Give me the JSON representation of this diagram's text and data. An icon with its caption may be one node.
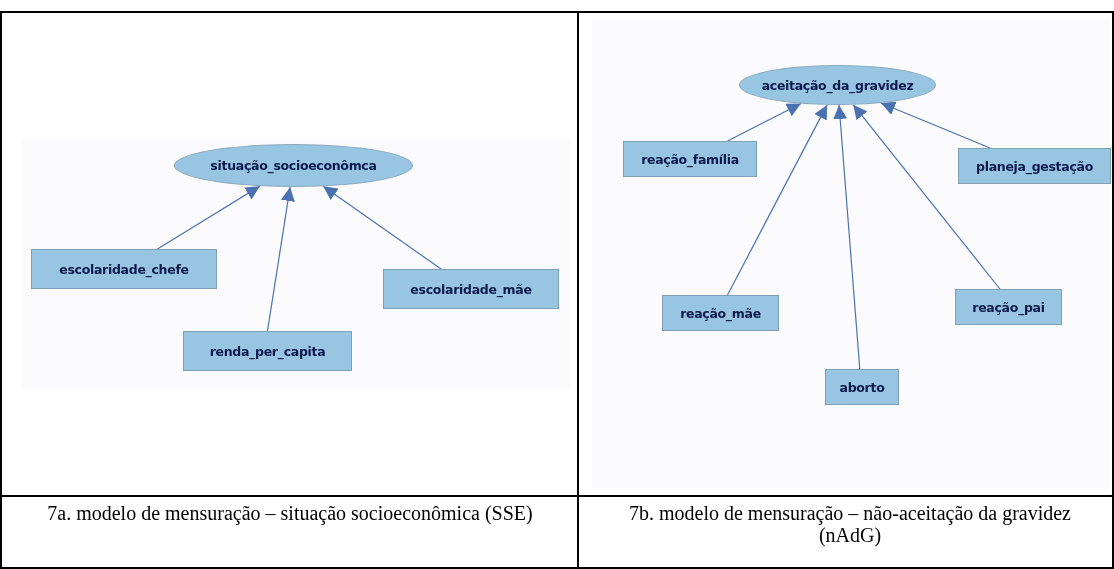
{
  "diagram": {
    "nodes": [
      {
        "text": [
          "situação_socioeconômca"
        ]
      },
      {
        "text": [
          "escolaridade_chefe"
        ]
      },
      {
        "text": [
          "renda_per_capita"
        ]
      },
      {
        "text": [
          "escolaridade_mãe"
        ]
      },
      {
        "text": [
          "aceitação_da_gravidez"
        ]
      },
      {
        "text": [
          "reação_família"
        ]
      },
      {
        "text": [
          "planeja_gestação"
        ]
      },
      {
        "text": [
          "reação_mãe"
        ]
      },
      {
        "text": [
          "reação_pai"
        ]
      },
      {
        "text": [
          "aborto"
        ]
      }
    ],
    "edges": [
      {
        "from": 1,
        "to": 0,
        "arrow": "to"
      },
      {
        "from": 2,
        "to": 0,
        "arrow": "to"
      },
      {
        "from": 3,
        "to": 0,
        "arrow": "to"
      },
      {
        "from": 5,
        "to": 4,
        "arrow": "to"
      },
      {
        "from": 7,
        "to": 4,
        "arrow": "to"
      },
      {
        "from": 9,
        "to": 4,
        "arrow": "to"
      },
      {
        "from": 8,
        "to": 4,
        "arrow": "to"
      },
      {
        "from": 6,
        "to": 4,
        "arrow": "to"
      }
    ],
    "labels": [
      "7a. modelo de mensuração – situação socioeconômica (SSE)",
      "7b. modelo de mensuração – não-aceitação da gravidez (nAdG)"
    ]
  }
}
